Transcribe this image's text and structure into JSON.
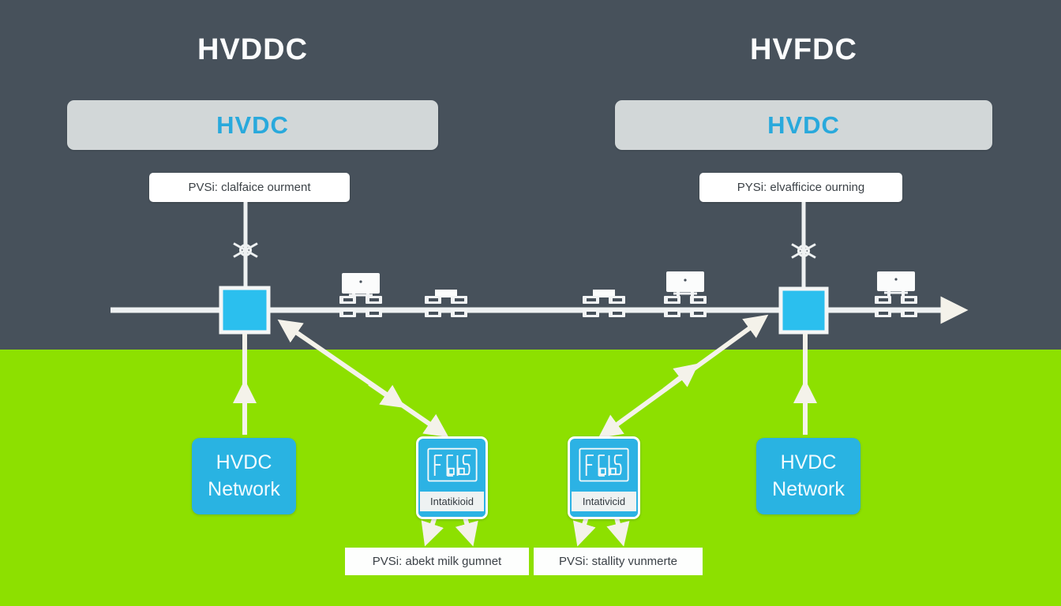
{
  "left_system": {
    "title": "HVDDC",
    "banner_label": "HVDC",
    "bus_label": "PVSi: clalfaice ourment",
    "network_box": {
      "line1": "HVDC",
      "line2": "Network"
    }
  },
  "right_system": {
    "title": "HVFDC",
    "banner_label": "HVDC",
    "bus_label": "PYSi: elvafficice ourning",
    "network_box": {
      "line1": "HVDC",
      "line2": "Network"
    }
  },
  "devices": [
    {
      "label": "Intatikioid",
      "caption": "PVSi: abekt milk gumnet"
    },
    {
      "label": "Intativicid",
      "caption": "PVSi: stallity vunmerte"
    }
  ],
  "icons": {
    "star_valve_icon": "six-spoke asterisk wheel",
    "bus_component_icon": "double-E transformer glyph",
    "sign_board_icon": "blank white placard",
    "arrowhead": "triangle"
  },
  "colors": {
    "background_top": "#47515b",
    "background_bottom": "#8de000",
    "accent_cyan": "#29b3e2",
    "node_cyan": "#2bbfee",
    "banner_gray": "#d2d7d8",
    "banner_text_cyan": "#29a9dc",
    "line_white": "#f2f4f3",
    "arrow_cream": "#f4f2ea",
    "label_text": "#3c4247"
  }
}
